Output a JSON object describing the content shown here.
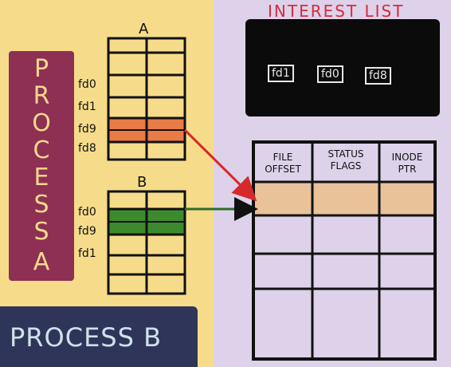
{
  "diagram": {
    "process_a": {
      "letters": [
        "P",
        "R",
        "O",
        "C",
        "E",
        "S",
        "S",
        "A"
      ]
    },
    "process_b": {
      "label": "PROCESS B"
    },
    "table_a": {
      "label": "A",
      "fds": [
        "fd0",
        "fd1",
        "fd9",
        "fd8"
      ]
    },
    "table_b": {
      "label": "B",
      "fds": [
        "fd0",
        "fd9",
        "fd1"
      ]
    },
    "interest_list": {
      "title": "INTEREST LIST",
      "items": [
        "fd1",
        "fd0",
        "fd8"
      ]
    },
    "open_file_table": {
      "headers": [
        {
          "line1": "FILE",
          "line2": "OFFSET"
        },
        {
          "line1": "STATUS",
          "line2": "FLAGS"
        },
        {
          "line1": "INODE",
          "line2": "PTR"
        }
      ]
    },
    "colors": {
      "left_bg": "#f6dc8a",
      "right_bg": "#ddd2ea",
      "process_a": "#8e2f54",
      "process_b": "#2f3558",
      "highlight_a": "#e8703e",
      "highlight_b": "#3d8a2e",
      "highlight_row": "#e9c29a",
      "arrow_red": "#d42a2a",
      "arrow_green": "#2e6d2a"
    }
  }
}
